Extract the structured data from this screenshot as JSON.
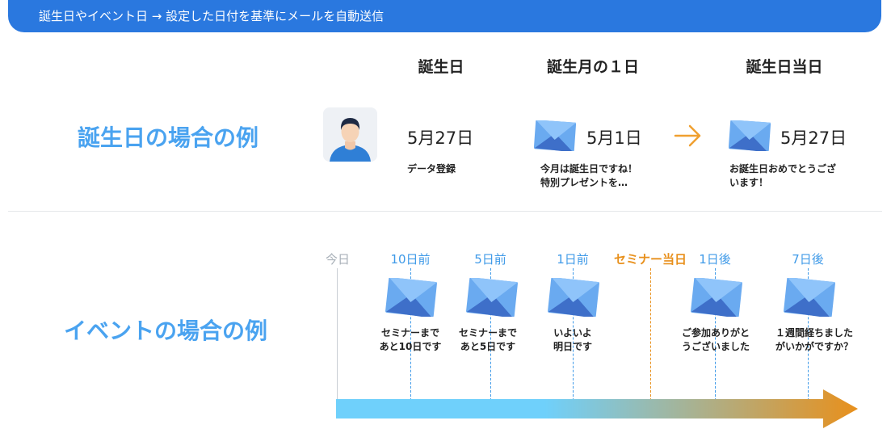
{
  "banner": {
    "text": "誕生日やイベント日 → 設定した日付を基準にメールを自動送信",
    "color": "#2a78df"
  },
  "birthday": {
    "section_title": "誕生日の場合の例",
    "columns": [
      {
        "heading": "誕生日",
        "date": "5月27日",
        "caption_lines": [
          "データ登録"
        ],
        "icon": "user-avatar-icon"
      },
      {
        "heading": "誕生月の１日",
        "date": "5月1日",
        "caption_lines": [
          "今月は誕生日ですね！",
          "特別プレゼントを…"
        ],
        "icon": "envelope-icon"
      },
      {
        "heading": "誕生日当日",
        "date": "5月27日",
        "caption_lines": [
          "お誕生日おめでとうござ",
          "います！"
        ],
        "icon": "envelope-icon"
      }
    ],
    "arrow_icon": "right-arrow-icon",
    "arrow_color": "#f0a030"
  },
  "event": {
    "section_title": "イベントの場合の例",
    "timeline": [
      {
        "label": "今日",
        "style": "gray"
      },
      {
        "label": "10日前",
        "style": "blue",
        "caption_lines": [
          "セミナーまで",
          "あと10日です"
        ]
      },
      {
        "label": "5日前",
        "style": "blue",
        "caption_lines": [
          "セミナーまで",
          "あと5日です"
        ]
      },
      {
        "label": "1日前",
        "style": "blue",
        "caption_lines": [
          "いよいよ",
          "明日です"
        ]
      },
      {
        "label": "セミナー当日",
        "style": "orange"
      },
      {
        "label": "1日後",
        "style": "blue",
        "caption_lines": [
          "ご参加ありがと",
          "うございました"
        ]
      },
      {
        "label": "7日後",
        "style": "blue",
        "caption_lines": [
          "１週間経ちました",
          "がいかがですか？"
        ]
      }
    ],
    "gradient": {
      "start": "#6fd0fb",
      "end": "#e8901c"
    }
  },
  "colors": {
    "section_title": "#4aa3f0",
    "timeline_blue": "#3f9ae8",
    "timeline_orange": "#e8901c"
  }
}
